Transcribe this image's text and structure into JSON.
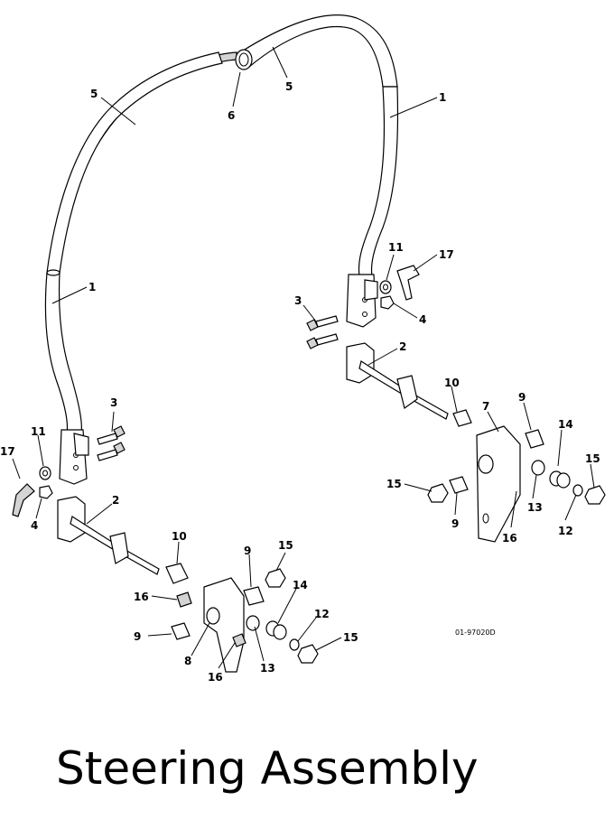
{
  "caption": "Steering Assembly",
  "figure_number": "01-97020D",
  "callouts": {
    "c5a": "5",
    "c6": "6",
    "c5b": "5",
    "c1a": "1",
    "c1b": "1",
    "c11a": "11",
    "c17a": "17",
    "c3a": "3",
    "c4a": "4",
    "c2a": "2",
    "c10a": "10",
    "c7": "7",
    "c9a": "9",
    "c14a": "14",
    "c15a": "15",
    "c15b": "15",
    "c9b": "9",
    "c13a": "13",
    "c16a": "16",
    "c12a": "12",
    "c3b": "3",
    "c11b": "11",
    "c17b": "17",
    "c4b": "4",
    "c2b": "2",
    "c10b": "10",
    "c9c": "9",
    "c15c": "15",
    "c16b": "16",
    "c14b": "14",
    "c9d": "9",
    "c12b": "12",
    "c8": "8",
    "c15d": "15",
    "c16c": "16",
    "c13b": "13"
  }
}
